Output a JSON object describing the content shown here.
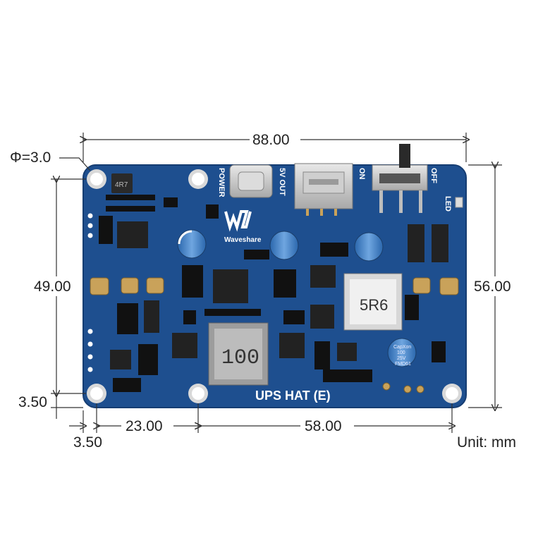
{
  "dimensions": {
    "width": "88.00",
    "height": "56.00",
    "hole_spacing_vertical": "49.00",
    "edge_offset_bottom": "3.50",
    "edge_offset_left": "3.50",
    "hole_offset": "23.00",
    "hole_spacing_horizontal": "58.00",
    "hole_diameter": "Φ=3.0",
    "unit": "Unit: mm"
  },
  "silkscreen": {
    "power": "POWER",
    "usb_out": "5V OUT",
    "switch_on": "ON",
    "switch_off": "OFF",
    "led": "LED",
    "brand": "Waveshare",
    "product": "UPS HAT (E)",
    "inductor_large": "100",
    "inductor_5r6": "5R6",
    "ic_small": "4R7"
  },
  "capacitor_labels": {
    "line1": "CapXon",
    "line2": "100",
    "line3": "25V",
    "line4": "FMD61"
  },
  "colors": {
    "pcb": "#1e4f8f",
    "pcb_edge": "#163d72",
    "dimension_line": "#333333",
    "cap_body": "#3a7ec9",
    "gold": "#c9a25a"
  }
}
